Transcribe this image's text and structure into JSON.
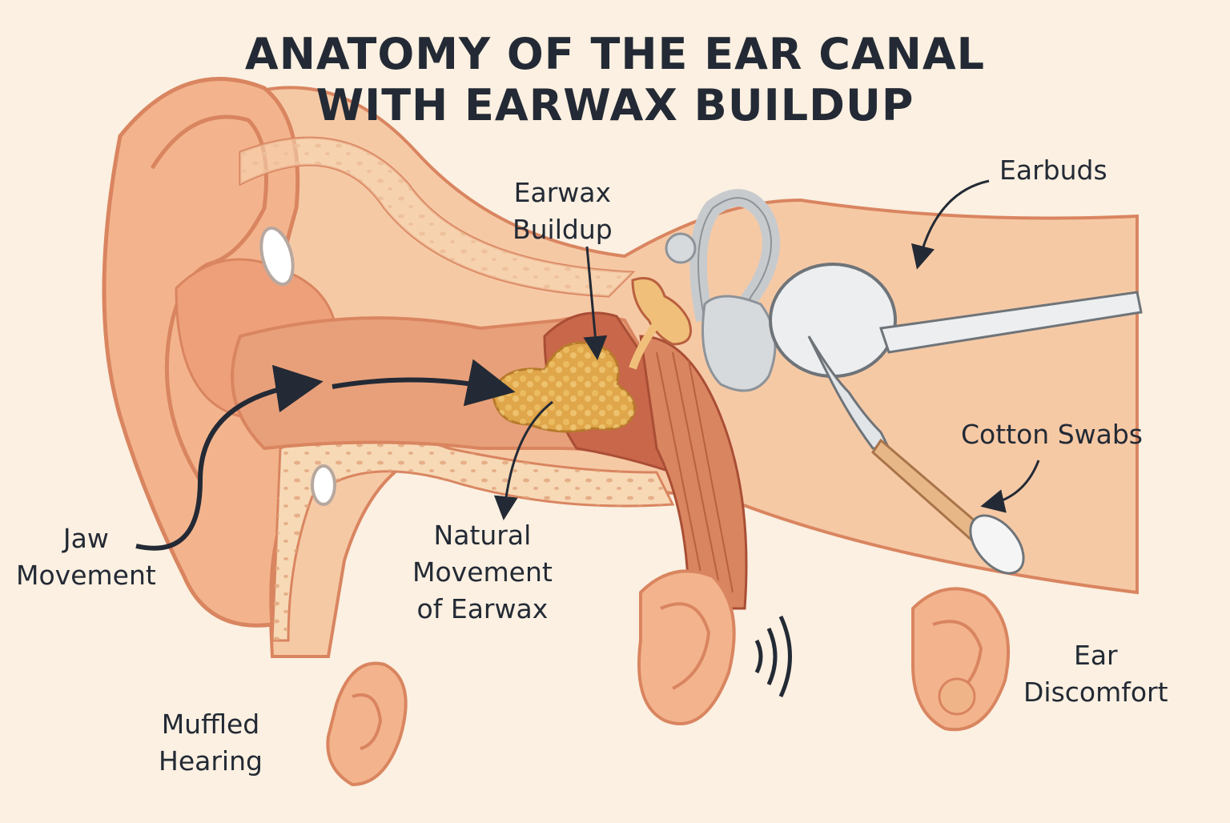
{
  "title": {
    "line1": "ANATOMY OF THE EAR CANAL",
    "line2": "WITH EARWAX BUILDUP"
  },
  "labels": {
    "earwax_buildup": [
      "Earwax",
      "Buildup"
    ],
    "earbuds": "Earbuds",
    "cotton_swabs": "Cotton Swabs",
    "jaw_movement": [
      "Jaw",
      "Movement"
    ],
    "natural_movement": [
      "Natural",
      "Movement",
      "of Earwax"
    ],
    "muffled_hearing": [
      "Muffled",
      "Hearing"
    ],
    "ear_discomfort": [
      "Ear",
      "Discomfort"
    ]
  },
  "colors": {
    "background": "#fbf0e1",
    "skin": "#f3b48d",
    "skin_dark": "#d98560",
    "bone": "#f7d9b6",
    "canal": "#e49470",
    "earwax": "#e0a64a",
    "device_white": "#eceef0",
    "text": "#232a35"
  }
}
